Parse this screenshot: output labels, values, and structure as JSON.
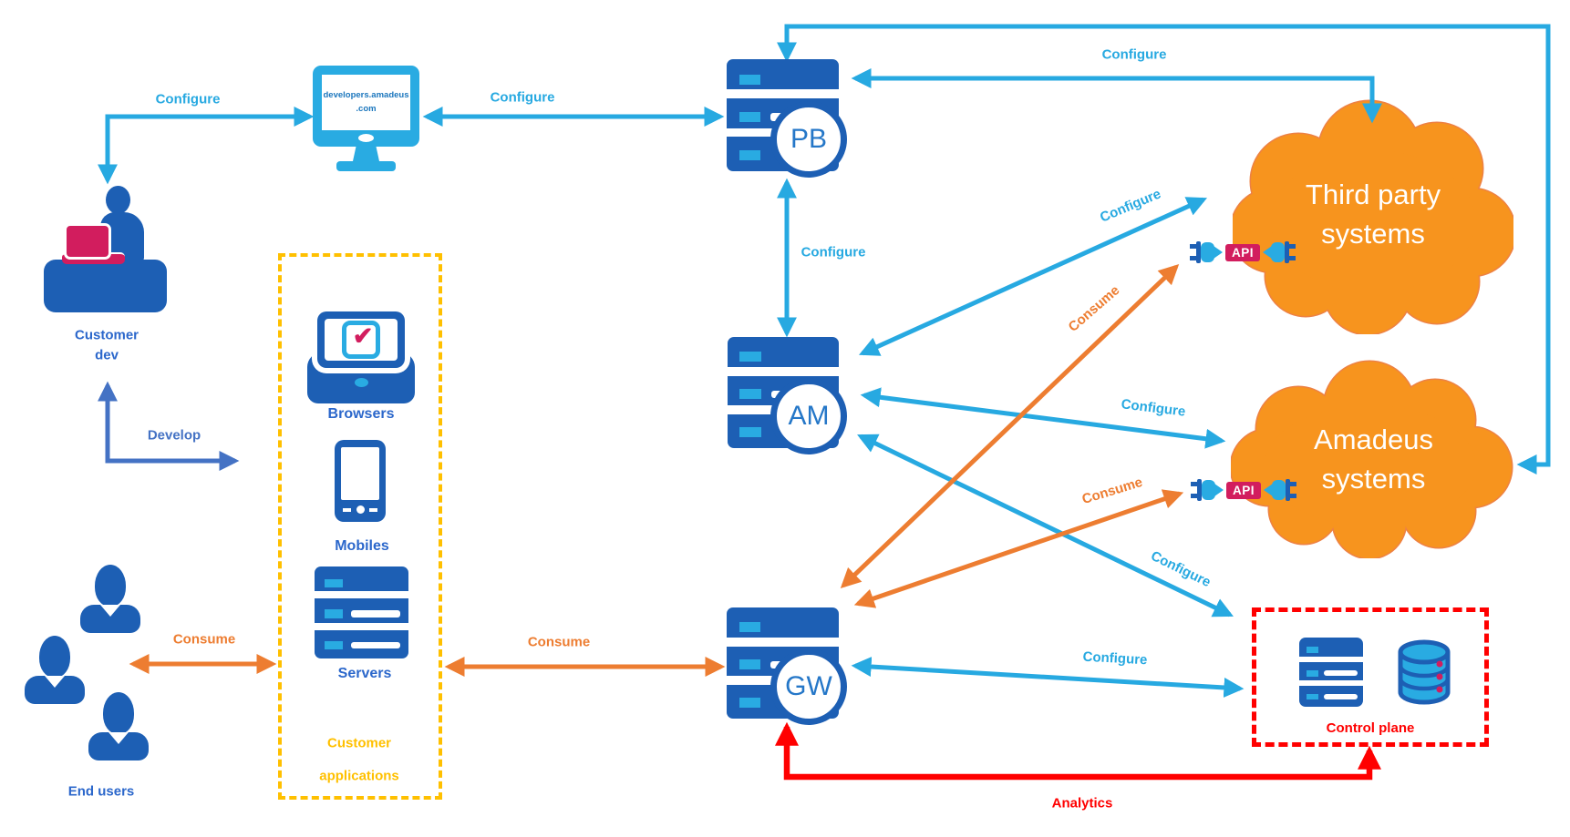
{
  "nodes": {
    "customer_dev": {
      "line1": "Customer",
      "line2": "dev"
    },
    "developer_portal": {
      "line1": "developers.amadeus",
      "line2": ".com"
    },
    "end_users": {
      "label": "End users"
    },
    "customer_applications": {
      "title_line1": "Customer",
      "title_line2": "applications",
      "items": [
        {
          "label": "Browsers"
        },
        {
          "label": "Mobiles"
        },
        {
          "label": "Servers"
        }
      ]
    },
    "product_builder": {
      "initials": "PB"
    },
    "api_manager": {
      "initials": "AM"
    },
    "gateway": {
      "initials": "GW"
    },
    "third_party_systems": {
      "line1": "Third party",
      "line2": "systems"
    },
    "amadeus_systems": {
      "line1": "Amadeus",
      "line2": "systems"
    },
    "api_connector_third_party": {
      "label": "API"
    },
    "api_connector_amadeus": {
      "label": "API"
    },
    "control_plane": {
      "label": "Control plane"
    }
  },
  "connections": [
    {
      "id": "customer-dev-portal",
      "label": "Configure"
    },
    {
      "id": "portal-pb",
      "label": "Configure"
    },
    {
      "id": "pb-am",
      "label": "Configure"
    },
    {
      "id": "pb-third-party-cloud",
      "label": "Configure"
    },
    {
      "id": "am-third-party-cloud",
      "label": "Configure"
    },
    {
      "id": "am-amadeus-cloud",
      "label": "Configure"
    },
    {
      "id": "am-control-plane",
      "label": "Configure"
    },
    {
      "id": "gw-control-plane",
      "label": "Configure"
    },
    {
      "id": "end-users-apps",
      "label": "Consume"
    },
    {
      "id": "apps-gw",
      "label": "Consume"
    },
    {
      "id": "gw-api-third-party",
      "label": "Consume"
    },
    {
      "id": "gw-api-amadeus",
      "label": "Consume"
    },
    {
      "id": "customer-dev-develop",
      "label": "Develop"
    },
    {
      "id": "gw-analytics",
      "label": "Analytics"
    }
  ],
  "colors": {
    "configure_cyan": "#27a9e1",
    "consume_orange": "#ED7D31",
    "develop_blue": "#4472C4",
    "analytics_red": "#FF0000",
    "icon_blue": "#1d5fb4",
    "accent_cyan": "#29abe2",
    "crimson": "#d21d5e",
    "cloud_orange": "#F7941E",
    "apps_box_yellow": "#FFC000",
    "label_blue": "#2b67cb"
  }
}
